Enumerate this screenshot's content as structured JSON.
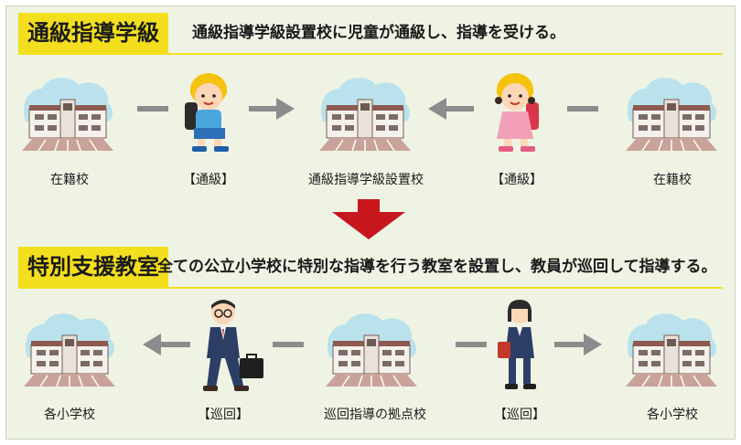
{
  "section1": {
    "title": "通級指導学級",
    "description": "通級指導学級設置校に児童が通級し、指導を受ける。",
    "labels": {
      "left_school": "在籍校",
      "left_travel": "【通級】",
      "center_school": "通級指導学級設置校",
      "right_travel": "【通級】",
      "right_school": "在籍校"
    }
  },
  "section2": {
    "title": "特別支援教室",
    "description": "全ての公立小学校に特別な指導を行う教室を設置し、教員が巡回して指導する。",
    "labels": {
      "left_school": "各小学校",
      "left_travel": "【巡回】",
      "center_school": "巡回指導の拠点校",
      "right_travel": "【巡回】",
      "right_school": "各小学校"
    }
  },
  "colors": {
    "title_band": "#f3df1e",
    "background": "#eef3e4",
    "arrow_gray": "#8c8c8c",
    "down_arrow": "#c8161d"
  }
}
